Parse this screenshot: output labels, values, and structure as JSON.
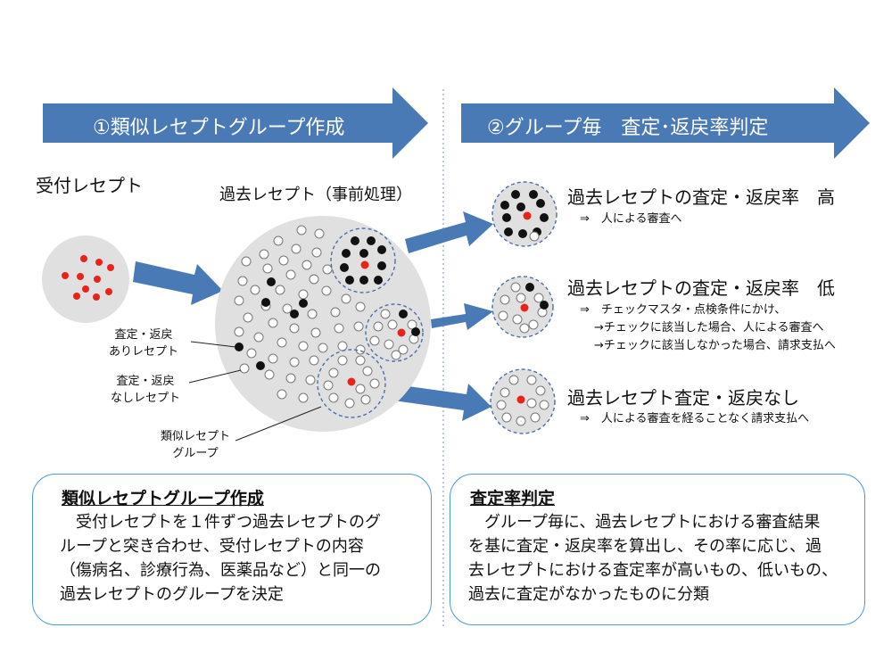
{
  "colors": {
    "banner": "#4a7ab5",
    "arrow": "#4a7ab5",
    "circle_fill": "#e0e0e0",
    "accent_red": "#e8231b",
    "box_border": "#4a9bd0",
    "dashed_ring": "#4d6fa8"
  },
  "banners": {
    "left": "①類似レセプトグループ作成",
    "right": "②グループ毎　査定･返戻率判定"
  },
  "labels": {
    "incoming": "受付レセプト",
    "past": "過去レセプト（事前処理）",
    "callout_with": [
      "査定・返戻",
      "ありレセプト"
    ],
    "callout_without": [
      "査定・返戻",
      "なしレセプト"
    ],
    "callout_group": [
      "類似レセプト",
      "グループ"
    ]
  },
  "results": {
    "high": {
      "title": "過去レセプトの査定・返戻率　高",
      "notes": [
        "⇒　人による審査へ"
      ]
    },
    "low": {
      "title": "過去レセプトの査定・返戻率　低",
      "notes": [
        "⇒　チェックマスタ・点検条件にかけ、",
        "→チェックに該当した場合、人による審査へ",
        "→チェックに該当しなかった場合、請求支払へ"
      ]
    },
    "none": {
      "title": "過去レセプト査定・返戻なし",
      "notes": [
        "⇒　人による審査を経ることなく請求支払へ"
      ]
    }
  },
  "box_left": {
    "title": "類似レセプトグループ作成",
    "lines": [
      "　受付レセプトを１件ずつ過去レセプトのグ",
      "ループと突き合わせ、受付レセプトの内容",
      "（傷病名、診療行為、医薬品など）と同一の",
      "過去レセプトのグループを決定"
    ]
  },
  "box_right": {
    "title": "査定率判定",
    "lines": [
      "　グループ毎に、過去レセプトにおける審査結果",
      "を基に査定・返戻率を算出し、その率に応じ、過",
      "去レセプトにおける査定率が高いもの、低いもの、",
      "過去に査定がなかったものに分類"
    ]
  }
}
